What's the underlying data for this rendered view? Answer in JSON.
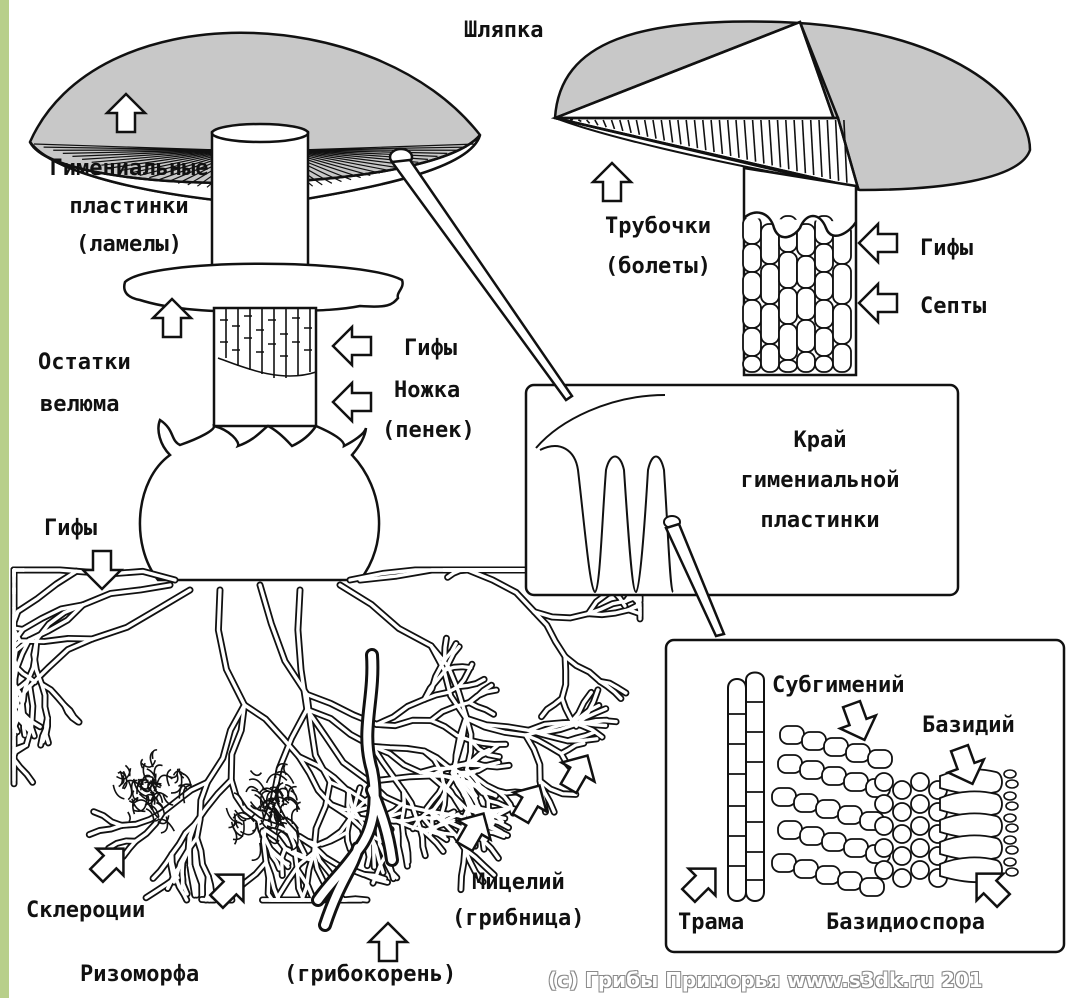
{
  "labels": {
    "cap": "Шляпка",
    "gill_line1": "Гимениальные",
    "gill_line2": "пластинки",
    "gill_line3": "(ламелы)",
    "tubes_line1": "Трубочки",
    "tubes_line2": "(болеты)",
    "hyphae_boletus": "Гифы",
    "septa": "Септы",
    "veil_line1": "Остатки",
    "veil_line2": "велюма",
    "hyphae_stem": "Гифы",
    "stem_line1": "Ножка",
    "stem_line2": "(пенек)",
    "edge_line1": "Край",
    "edge_line2": "гимениальной",
    "edge_line3": "пластинки",
    "hyphae_volva": "Гифы",
    "subhymenium": "Субгимений",
    "basidium": "Базидий",
    "trama": "Трама",
    "basidiospore": "Базидиоспора",
    "sclerotia": "Склероции",
    "mycelium_line1": "Мицелий",
    "mycelium_line2": "(грибница)",
    "rhizomorph": "Ризоморфа",
    "rhizomorph_alt": "(грибокорень)"
  },
  "watermark": "(c) Грибы Приморья  www.s3dk.ru  201",
  "colors": {
    "frame_green": "#b8cf8a",
    "cap_fill": "#c8c8c8",
    "line": "#111111",
    "background": "#ffffff"
  }
}
